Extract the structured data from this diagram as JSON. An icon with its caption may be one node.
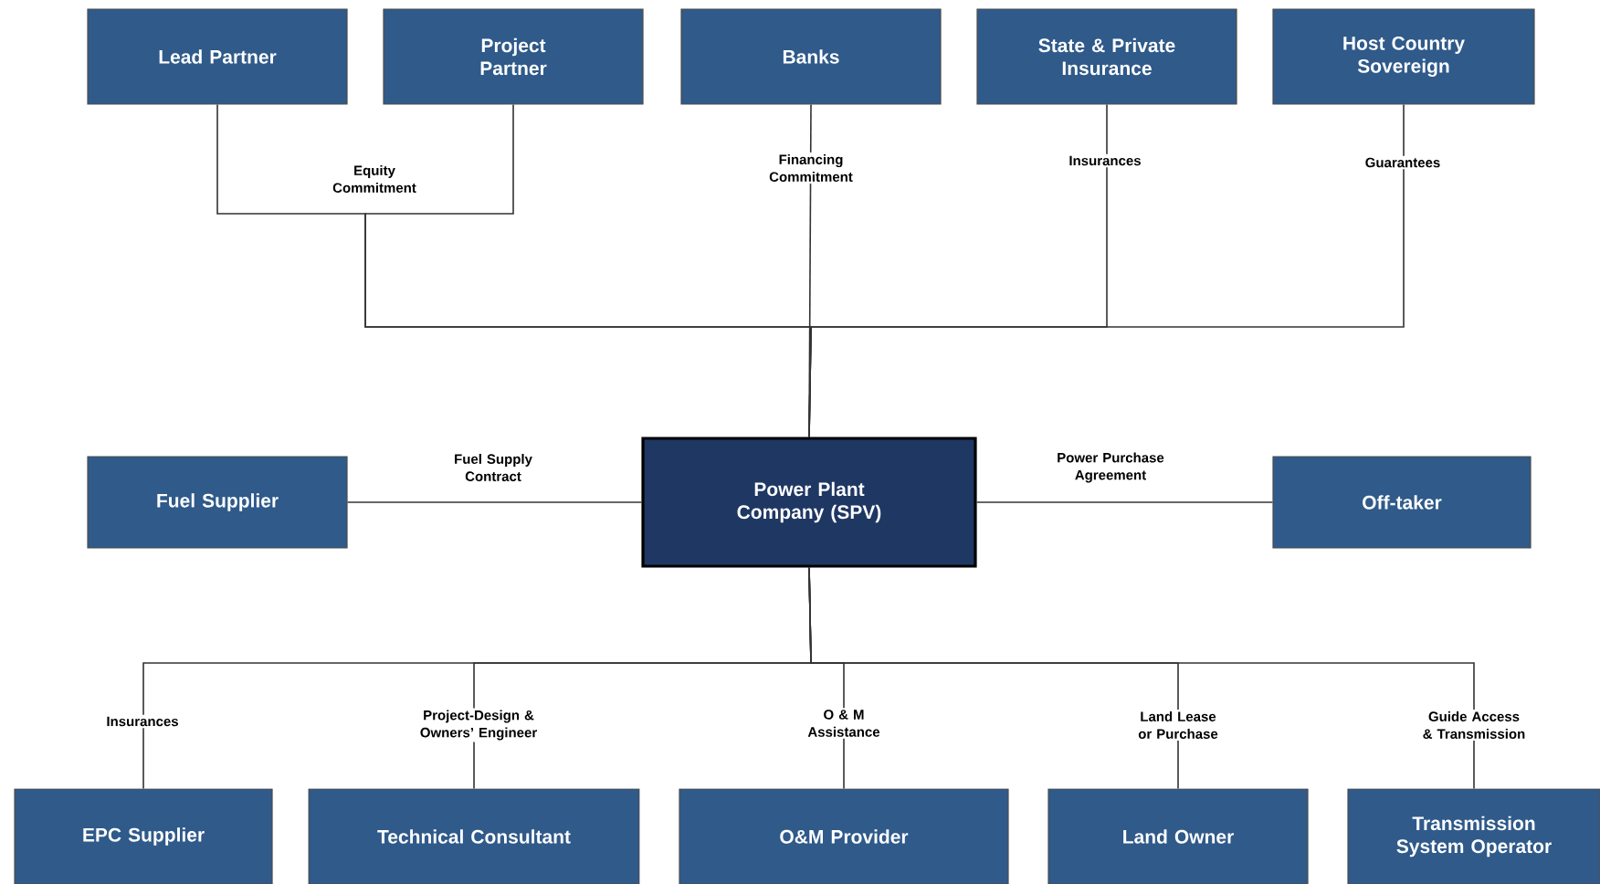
{
  "diagram": {
    "nodes": [
      {
        "text": [
          "Lead Partner"
        ]
      },
      {
        "text": [
          "Project Partner"
        ]
      },
      {
        "text": [
          "Banks"
        ]
      },
      {
        "text": [
          "State & Private Insurance"
        ]
      },
      {
        "text": [
          "Host Country Sovereign"
        ]
      },
      {
        "text": [
          "Fuel Supplier"
        ]
      },
      {
        "text": [
          "Power Plant Company (SPV)"
        ]
      },
      {
        "text": [
          "Off-taker"
        ]
      },
      {
        "text": [
          "EPC Supplier"
        ]
      },
      {
        "text": [
          "Technical Consultant"
        ]
      },
      {
        "text": [
          "O&M Provider"
        ]
      },
      {
        "text": [
          "Land Owner"
        ]
      },
      {
        "text": [
          "Transmission System Operator"
        ]
      }
    ],
    "edges": [
      {
        "from": 0,
        "to": 6,
        "arrow": "none",
        "label": "Equity Commitment"
      },
      {
        "from": 1,
        "to": 6,
        "arrow": "none"
      },
      {
        "from": 2,
        "to": 6,
        "arrow": "none",
        "label": "Financing Commitment"
      },
      {
        "from": 3,
        "to": 6,
        "arrow": "none",
        "label": "Insurances"
      },
      {
        "from": 4,
        "to": 6,
        "arrow": "none",
        "label": "Guarantees"
      },
      {
        "from": 5,
        "to": 6,
        "arrow": "none",
        "label": "Fuel Supply Contract"
      },
      {
        "from": 6,
        "to": 7,
        "arrow": "none",
        "label": "Power Purchase Agreement"
      },
      {
        "from": 6,
        "to": 8,
        "arrow": "none",
        "label": "Insurances"
      },
      {
        "from": 6,
        "to": 9,
        "arrow": "none",
        "label": "Project-Design & Owners’ Engineer"
      },
      {
        "from": 6,
        "to": 10,
        "arrow": "none",
        "label": "O & M Assistance"
      },
      {
        "from": 6,
        "to": 11,
        "arrow": "none",
        "label": "Land Lease or Purchase"
      },
      {
        "from": 6,
        "to": 12,
        "arrow": "none",
        "label": "Guide Access & Transmission"
      }
    ]
  }
}
